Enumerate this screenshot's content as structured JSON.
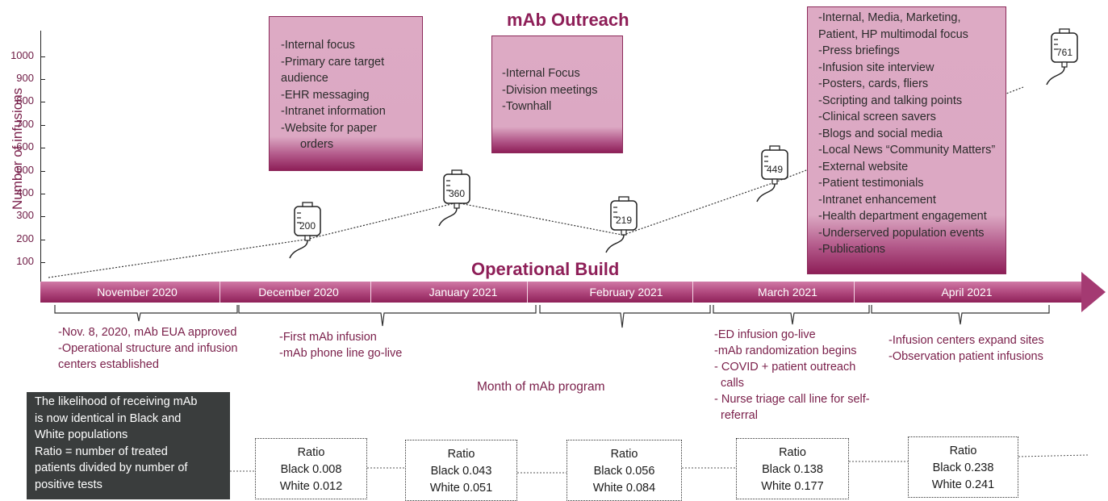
{
  "chart_data": {
    "type": "line",
    "ylabel": "Number of infusions",
    "yticks": [
      "100",
      "200",
      "300",
      "400",
      "500",
      "600",
      "700",
      "800",
      "900",
      "1000"
    ],
    "points": [
      {
        "month": "December 2020",
        "value": 200
      },
      {
        "month": "January 2021",
        "value": 360
      },
      {
        "month": "February 2021",
        "value": 219
      },
      {
        "month": "March 2021",
        "value": 449
      },
      {
        "month": "April 2021",
        "value": 761
      }
    ]
  },
  "titles": {
    "outreach": "mAb Outreach",
    "operational": "Operational Build",
    "xlabel": "Month of mAb program"
  },
  "outreach_boxes": {
    "box1": [
      "-Internal focus",
      "-Primary care target",
      "audience",
      "-EHR messaging",
      "-Intranet information",
      "-Website for paper",
      "orders"
    ],
    "box2": [
      "-Internal Focus",
      "-Division meetings",
      "-Townhall"
    ],
    "box3": [
      "-Internal, Media, Marketing,",
      "Patient, HP multimodal focus",
      "-Press briefings",
      "-Infusion site interview",
      "-Posters, cards, fliers",
      "-Scripting and talking points",
      "-Clinical screen savers",
      "-Blogs and social media",
      "-Local News “Community Matters”",
      "-External website",
      "-Patient testimonials",
      "-Intranet enhancement",
      "-Health department engagement",
      "-Underserved population events",
      "-Publications"
    ]
  },
  "months": [
    "November 2020",
    "December 2020",
    "January 2021",
    "February 2021",
    "March 2021",
    "April 2021"
  ],
  "operational_notes": {
    "n1": [
      "-Nov. 8, 2020, mAb EUA approved",
      "-Operational structure and infusion",
      "centers established"
    ],
    "n2": [
      "-First mAb infusion",
      "-mAb phone line go-live"
    ],
    "n3": [
      "-ED infusion go-live",
      "-mAb randomization begins",
      "- COVID + patient outreach",
      "calls",
      "- Nurse triage call line for self-",
      "referral"
    ],
    "n4": [
      "-Infusion centers expand sites",
      "-Observation patient infusions"
    ]
  },
  "callout": [
    "The likelihood of receiving mAb",
    "is now identical in Black and",
    "White populations",
    "Ratio = number of treated",
    "patients divided by number of",
    "positive tests"
  ],
  "ratios": [
    {
      "title": "Ratio",
      "black": "Black 0.008",
      "white": "White 0.012"
    },
    {
      "title": "Ratio",
      "black": "Black 0.043",
      "white": "White 0.051"
    },
    {
      "title": "Ratio",
      "black": "Black 0.056",
      "white": "White 0.084"
    },
    {
      "title": "Ratio",
      "black": "Black 0.138",
      "white": "White 0.177"
    },
    {
      "title": "Ratio",
      "black": "Black 0.238",
      "white": "White 0.241"
    }
  ],
  "colors": {
    "brand": "#8e1f58",
    "box_fill": "#dca8c3",
    "text": "#7a1f4a",
    "callout_bg": "#3a3d3d"
  }
}
